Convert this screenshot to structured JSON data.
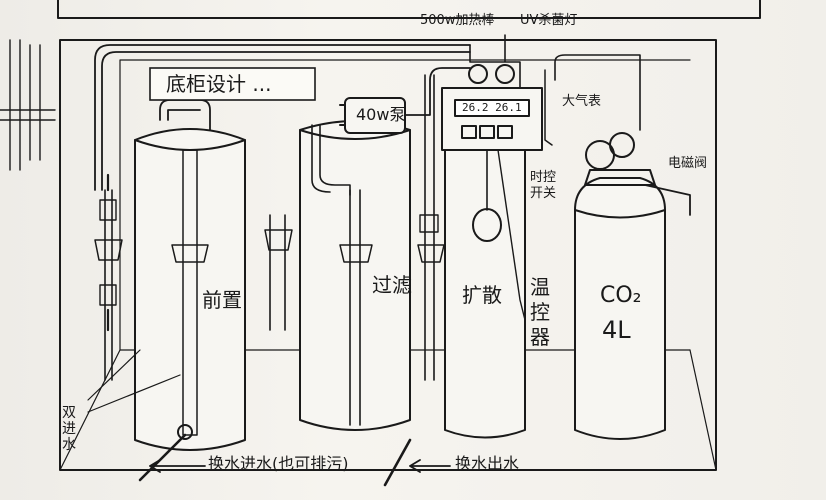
{
  "title": "底柜设计 ...",
  "labels": {
    "heater": "500w加热棒",
    "uv_lamp": "UV杀菌灯",
    "pump": "40w泵",
    "display": "26.2 26.1",
    "gauge": "大气表",
    "solenoid": "电磁阀",
    "timer": "时控开关",
    "co2_formula": "CO₂",
    "co2_volume": "4L",
    "pre_filter": "前置",
    "filter": "过滤",
    "diffuser": "扩散",
    "temp_controller": "温控器",
    "double_inlet": "双进水",
    "inlet_note": "换水进水(也可排污)",
    "outlet_note": "换水出水"
  },
  "colors": {
    "ink": "#1a1a1a",
    "paper": "#f3f1ec"
  }
}
